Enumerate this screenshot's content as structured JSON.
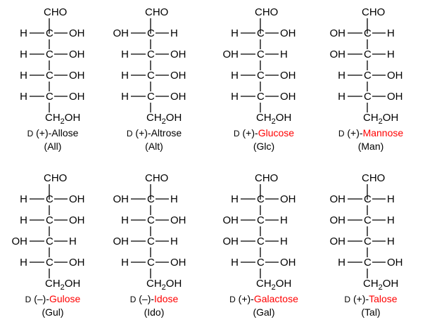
{
  "labels": {
    "aldehyde": "CHO",
    "hydroxymethyl": "CH2OH",
    "carbon": "C",
    "hydrogen": "H",
    "hydroxyl": "OH",
    "d_prefix": "D"
  },
  "sugars": [
    {
      "rotation": "(+)-",
      "name": "Allose",
      "abbr": "(All)",
      "name_red": false,
      "oh": [
        "right",
        "right",
        "right",
        "right"
      ]
    },
    {
      "rotation": "(+)-",
      "name": "Altrose",
      "abbr": "(Alt)",
      "name_red": false,
      "oh": [
        "left",
        "right",
        "right",
        "right"
      ]
    },
    {
      "rotation": "(+)-",
      "name": "Glucose",
      "abbr": "(Glc)",
      "name_red": true,
      "oh": [
        "right",
        "left",
        "right",
        "right"
      ]
    },
    {
      "rotation": "(+)-",
      "name": "Mannose",
      "abbr": "(Man)",
      "name_red": true,
      "oh": [
        "left",
        "left",
        "right",
        "right"
      ]
    },
    {
      "rotation": "(–)-",
      "name": "Gulose",
      "abbr": "(Gul)",
      "name_red": true,
      "oh": [
        "right",
        "right",
        "left",
        "right"
      ]
    },
    {
      "rotation": "(–)-",
      "name": "Idose",
      "abbr": "(Ido)",
      "name_red": true,
      "oh": [
        "left",
        "right",
        "left",
        "right"
      ]
    },
    {
      "rotation": "(+)-",
      "name": "Galactose",
      "abbr": "(Gal)",
      "name_red": true,
      "oh": [
        "right",
        "left",
        "left",
        "right"
      ]
    },
    {
      "rotation": "(+)-",
      "name": "Talose",
      "abbr": "(Tal)",
      "name_red": true,
      "oh": [
        "left",
        "left",
        "left",
        "right"
      ]
    }
  ],
  "colors": {
    "highlight": "#ff0000",
    "text": "#000000"
  }
}
